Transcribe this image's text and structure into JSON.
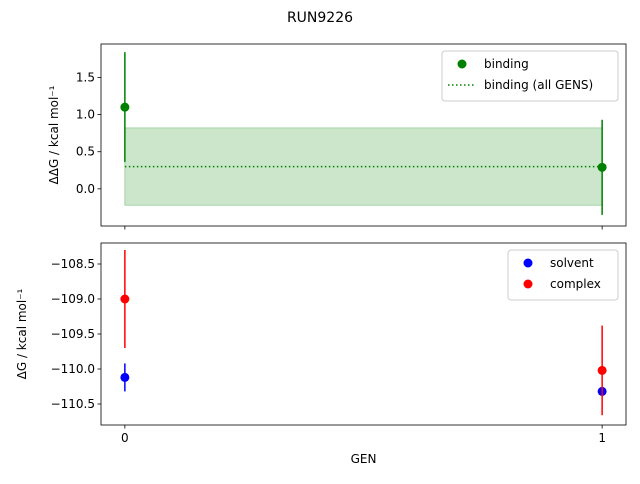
{
  "figure": {
    "title": "RUN9226"
  },
  "chart_data": [
    {
      "type": "scatter",
      "xlabel": "",
      "ylabel_html": "ΔΔG / kcal mol⁻¹",
      "ylabel": "ΔΔG / kcal mol⁻¹",
      "xlim": [
        -0.05,
        1.05
      ],
      "ylim": [
        -0.5,
        1.95
      ],
      "yticks": [
        0.0,
        0.5,
        1.0,
        1.5
      ],
      "ytick_labels": [
        "0.0",
        "0.5",
        "1.0",
        "1.5"
      ],
      "xticks": [
        0,
        1
      ],
      "xtick_labels": [
        "",
        ""
      ],
      "legend_position": "top-right",
      "series": [
        {
          "name": "binding",
          "kind": "points",
          "color": "#008000",
          "x": [
            0,
            1
          ],
          "y": [
            1.1,
            0.29
          ],
          "err": [
            0.74,
            0.64
          ]
        },
        {
          "name": "binding (all GENS)",
          "kind": "hline",
          "style": "dotted",
          "color": "#008000",
          "y": 0.3,
          "x_range": [
            0,
            1
          ],
          "band": [
            -0.22,
            0.82
          ],
          "band_color": "#cce6cc"
        }
      ]
    },
    {
      "type": "scatter",
      "xlabel": "GEN",
      "ylabel": "ΔG / kcal mol⁻¹",
      "xlim": [
        -0.05,
        1.05
      ],
      "ylim": [
        -110.8,
        -108.2
      ],
      "yticks": [
        -110.5,
        -110.0,
        -109.5,
        -109.0,
        -108.5
      ],
      "ytick_labels": [
        "−110.5",
        "−110.0",
        "−109.5",
        "−109.0",
        "−108.5"
      ],
      "xticks": [
        0,
        1
      ],
      "xtick_labels": [
        "0",
        "1"
      ],
      "legend_position": "top-right",
      "series": [
        {
          "name": "solvent",
          "kind": "points",
          "color": "#0000ff",
          "x": [
            0,
            1
          ],
          "y": [
            -110.12,
            -110.32
          ],
          "err": [
            0.2,
            0.03
          ]
        },
        {
          "name": "complex",
          "kind": "points",
          "color": "#ff0000",
          "x": [
            0,
            1
          ],
          "y": [
            -109.0,
            -110.02
          ],
          "err": [
            0.7,
            0.64
          ]
        }
      ]
    }
  ]
}
